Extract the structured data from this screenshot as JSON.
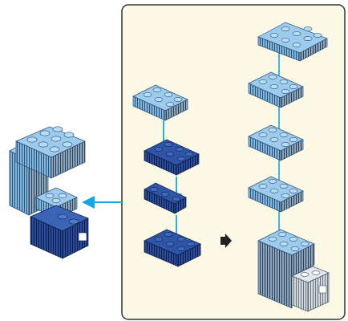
{
  "diagram": {
    "type": "building-instructions",
    "panel_background": "#fbf8e6",
    "panel_border": "#333333",
    "arrow_color": "#14a7e3",
    "next_step_arrow_color": "#222222",
    "colors": {
      "light_blue": "#8cc3ea",
      "medium_blue": "#6ea9d8",
      "dark_blue": "#2a4fa0",
      "white_gray": "#d4dce4"
    },
    "result_assembly": {
      "label": "assembled-result",
      "components": [
        "light-blue-top-block",
        "light-blue-column",
        "dark-blue-base"
      ]
    },
    "left_sequence": [
      {
        "name": "light-blue-2x3-plate",
        "color": "light_blue"
      },
      {
        "name": "dark-blue-2x3-plate",
        "color": "dark_blue"
      },
      {
        "name": "dark-blue-1x3-plate",
        "color": "dark_blue"
      },
      {
        "name": "dark-blue-2x3-base-plate",
        "color": "dark_blue"
      }
    ],
    "right_sequence": [
      {
        "name": "light-blue-2x4-plate-top",
        "color": "light_blue"
      },
      {
        "name": "light-blue-2x3-plate-1",
        "color": "light_blue"
      },
      {
        "name": "light-blue-2x3-plate-2",
        "color": "light_blue"
      },
      {
        "name": "light-blue-2x3-plate-3",
        "color": "light_blue"
      },
      {
        "name": "light-blue-stack-with-white-base",
        "color": "light_blue"
      }
    ]
  }
}
